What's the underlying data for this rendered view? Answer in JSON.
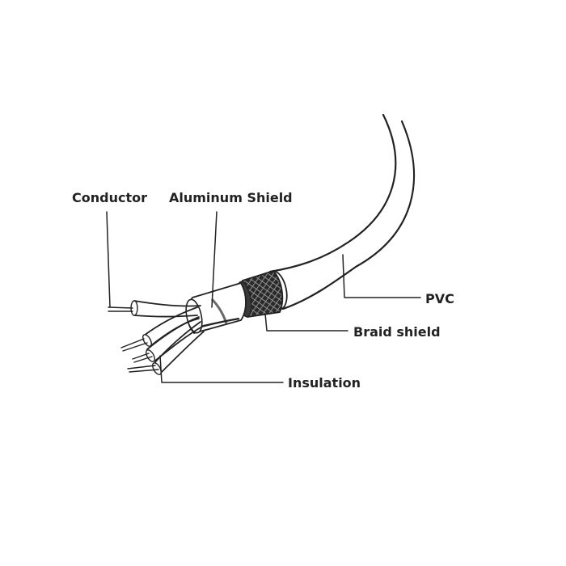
{
  "diagram": {
    "labels": {
      "conductor": "Conductor",
      "aluminum_shield": "Aluminum Shield",
      "pvc": "PVC",
      "braid_shield": "Braid shield",
      "insulation": "Insulation"
    }
  },
  "colors": {
    "ink": "#222222",
    "background": "#ffffff",
    "braid_fill": "#2a2a2a",
    "foil_shadow": "#6a6a6a"
  }
}
